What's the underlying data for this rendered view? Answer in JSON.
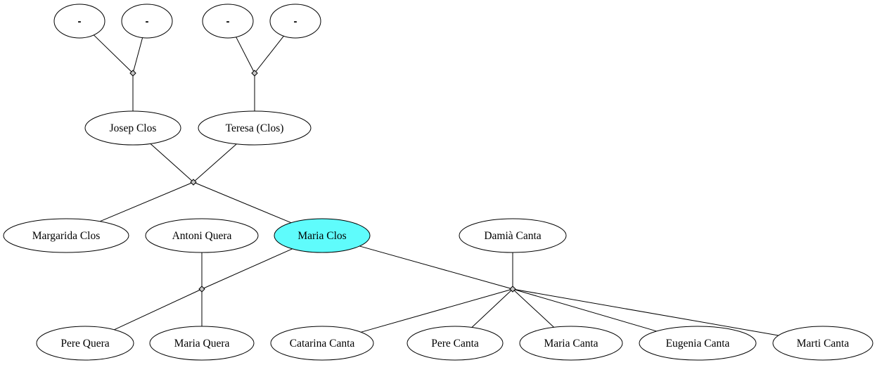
{
  "colors": {
    "highlight": "#5ffcfc",
    "union": "#c8c8c8",
    "stroke": "#000000"
  },
  "people": {
    "gp1": "-",
    "gp2": "-",
    "gp3": "-",
    "gp4": "-",
    "josep": "Josep Clos",
    "teresa": "Teresa (Clos)",
    "margarida": "Margarida Clos",
    "antoni": "Antoni Quera",
    "maria_clos": "Maria Clos",
    "damia": "Damià Canta",
    "pere_q": "Pere Quera",
    "maria_q": "Maria Quera",
    "catarina": "Catarina Canta",
    "pere_c": "Pere Canta",
    "maria_c": "Maria Canta",
    "eugenia": "Eugenia Canta",
    "marti": "Marti Canta"
  },
  "focus_person": "maria_clos",
  "unions": [
    {
      "id": "u_josep_parents",
      "partners": [
        "gp1",
        "gp2"
      ],
      "children": [
        "josep"
      ]
    },
    {
      "id": "u_teresa_parents",
      "partners": [
        "gp3",
        "gp4"
      ],
      "children": [
        "teresa"
      ]
    },
    {
      "id": "u_clos",
      "partners": [
        "josep",
        "teresa"
      ],
      "children": [
        "margarida",
        "maria_clos"
      ]
    },
    {
      "id": "u_quera",
      "partners": [
        "antoni",
        "maria_clos"
      ],
      "children": [
        "pere_q",
        "maria_q"
      ]
    },
    {
      "id": "u_canta",
      "partners": [
        "maria_clos",
        "damia"
      ],
      "children": [
        "catarina",
        "pere_c",
        "maria_c",
        "eugenia",
        "marti"
      ]
    }
  ]
}
